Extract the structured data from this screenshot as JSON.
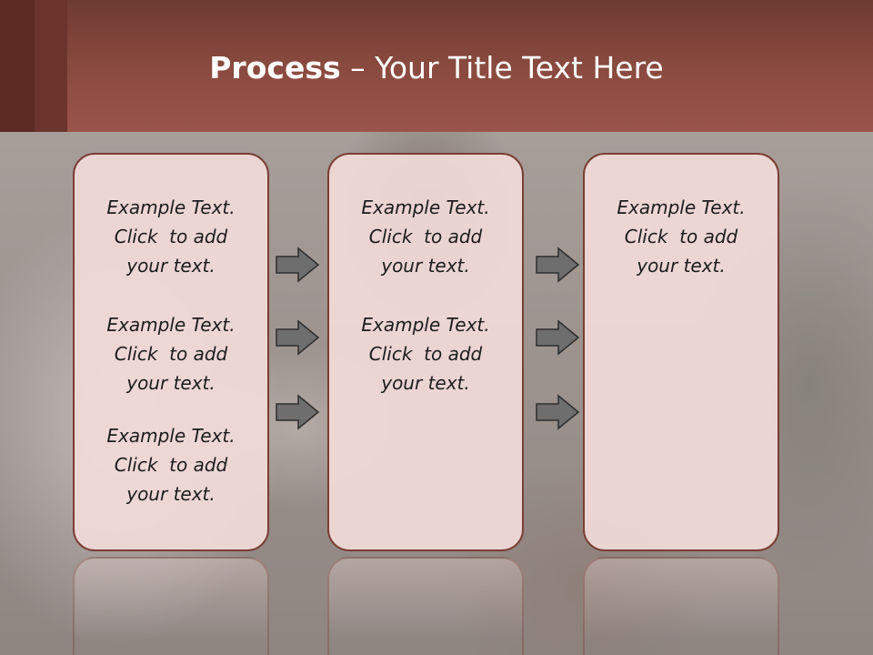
{
  "slide": {
    "title_bold": "Process",
    "title_rest": " – Your Title Text Here"
  },
  "panels": [
    {
      "blocks": [
        [
          "Example Text.",
          "Click  to add",
          "your text."
        ],
        [
          "Example Text.",
          "Click  to add",
          "your text."
        ],
        [
          "Example Text.",
          "Click  to add",
          "your text."
        ]
      ]
    },
    {
      "blocks": [
        [
          "Example Text.",
          "Click  to add",
          "your text."
        ],
        [
          "Example Text.",
          "Click  to add",
          "your text."
        ]
      ]
    },
    {
      "blocks": [
        [
          "Example Text.",
          "Click  to add",
          "your text."
        ]
      ]
    }
  ],
  "colors": {
    "header": "#8c4b40",
    "panel_fill": "#f1dad8",
    "panel_border": "#7a3e34",
    "arrow_fill": "#6e6e6e"
  },
  "icons": {
    "arrow": "right-arrow-icon"
  }
}
